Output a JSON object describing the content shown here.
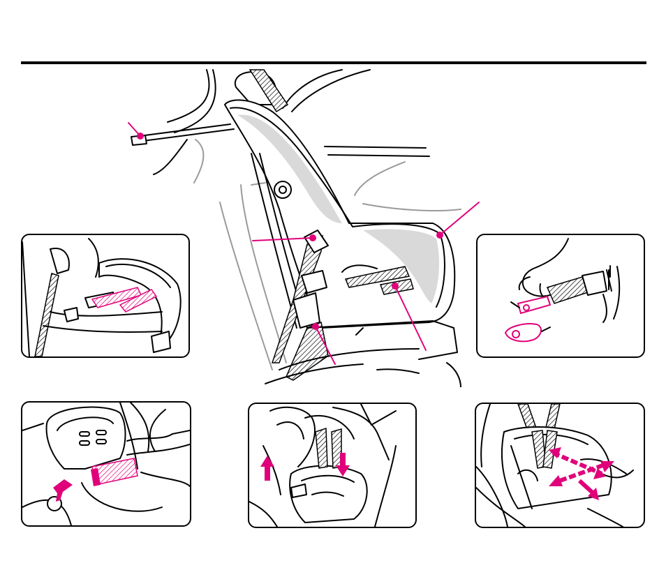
{
  "colors": {
    "accent": "#e0007a",
    "ink": "#000000",
    "shade": "#9a9a9a"
  },
  "figures": {
    "main": {
      "name": "car-seat-overview"
    },
    "panels": [
      {
        "name": "panel-belt-routing"
      },
      {
        "name": "panel-buckle-detail"
      },
      {
        "name": "panel-release-strap"
      },
      {
        "name": "panel-tighten-harness"
      },
      {
        "name": "panel-adjust-harness"
      }
    ]
  },
  "callouts": [
    "tether-hook",
    "harness-retainer-clip",
    "shell-edge",
    "crotch-buckle",
    "harness-adjust-strap",
    "buckle-tongue",
    "buckle-tab",
    "strap-tag"
  ]
}
